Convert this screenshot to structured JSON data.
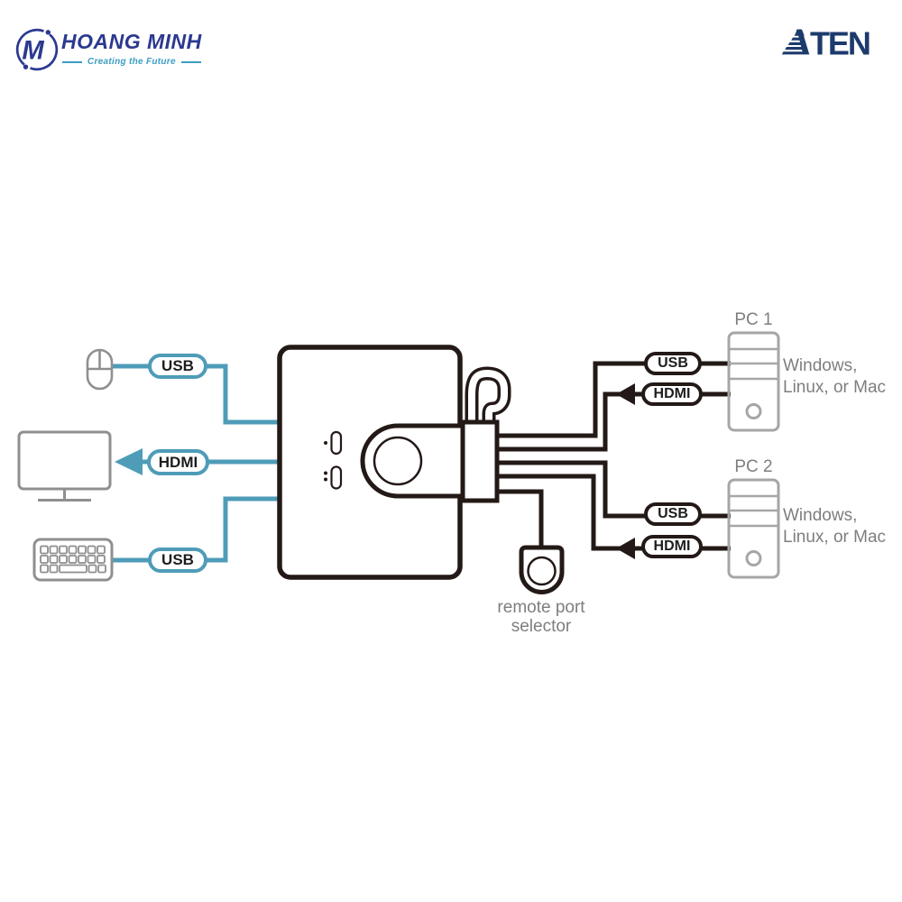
{
  "header": {
    "company": {
      "name": "HOANG MINH",
      "monogram": "M",
      "tagline": "Creating the Future"
    },
    "brand": {
      "name": "ATEN",
      "wordmark_ten": "TEN"
    }
  },
  "diagram": {
    "console": {
      "mouse_port_label": "USB",
      "monitor_port_label": "HDMI",
      "keyboard_port_label": "USB"
    },
    "selector": {
      "line1": "remote port",
      "line2": "selector"
    },
    "pcs": [
      {
        "name": "PC 1",
        "usb_label": "USB",
        "hdmi_label": "HDMI",
        "os_line1": "Windows,",
        "os_line2": "Linux, or Mac"
      },
      {
        "name": "PC 2",
        "usb_label": "USB",
        "hdmi_label": "HDMI",
        "os_line1": "Windows,",
        "os_line2": "Linux, or Mac"
      }
    ],
    "colors": {
      "cable": "#231916",
      "console_accent": "#4E9CB8",
      "device_outline": "#a6a6a6",
      "peripheral_outline": "#8f8f8f",
      "label_gray": "#7e7e7e",
      "brand_navy": "#1d3a6d",
      "logo_blue": "#2b3990",
      "logo_teal": "#3d9dc2"
    }
  }
}
